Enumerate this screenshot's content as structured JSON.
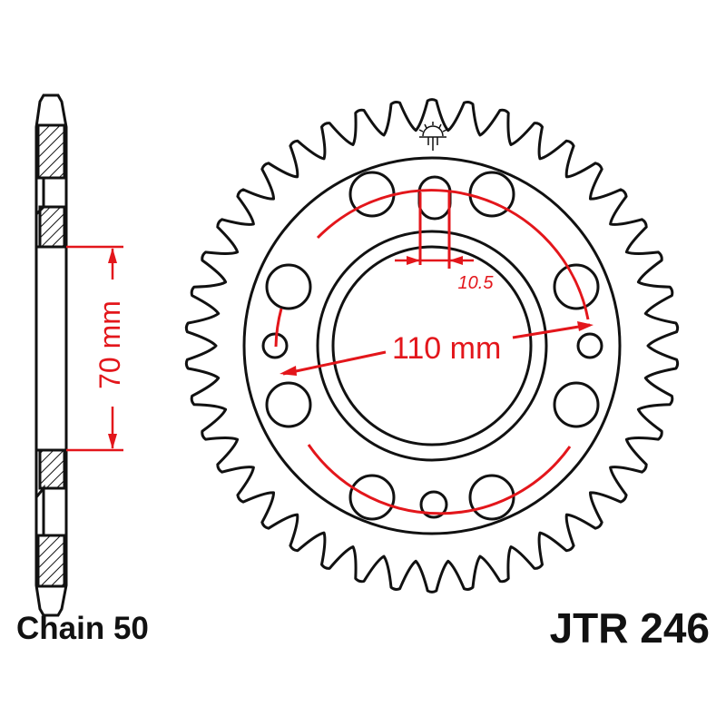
{
  "side_view": {
    "height_label": "70 mm"
  },
  "front_view": {
    "teeth": 42,
    "bolt_circle_label": "110 mm",
    "slot_width_label": "10.5"
  },
  "captions": {
    "chain": "Chain 50",
    "part_number": "JTR 246"
  },
  "colors": {
    "outline": "#111111",
    "dimension": "#e3161b",
    "hatch": "#111111"
  },
  "logo_icon": "jt-sun-logo-icon"
}
